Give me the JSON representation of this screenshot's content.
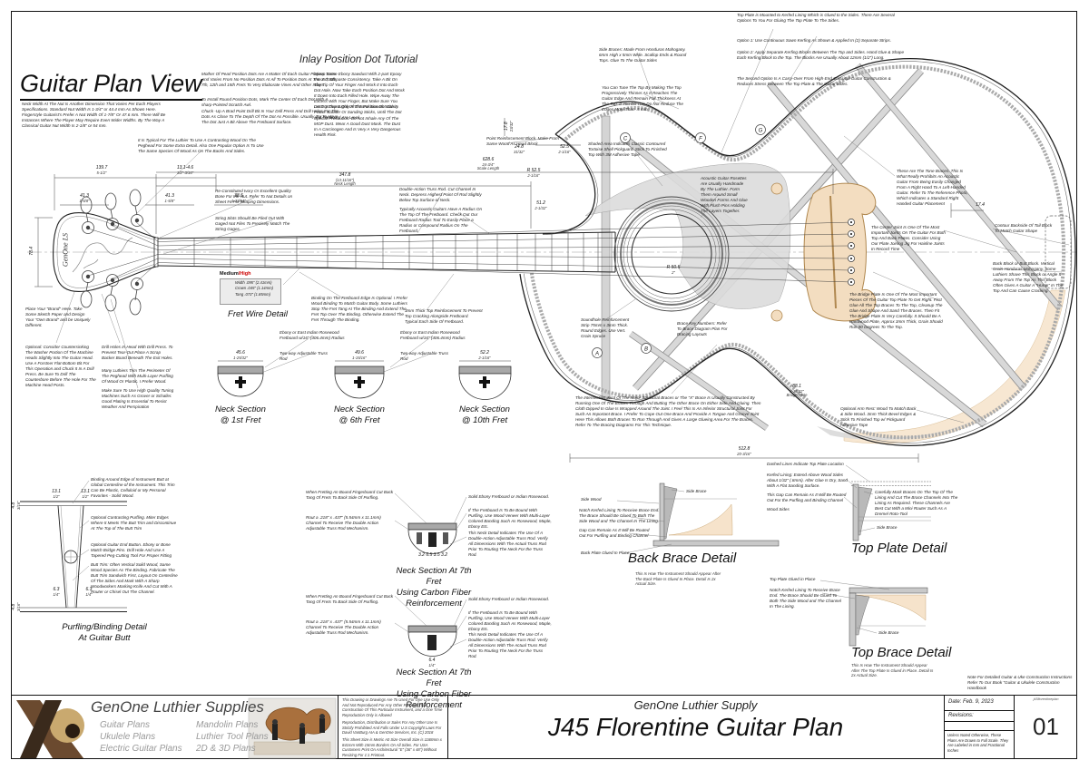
{
  "sheet": {
    "title": "Guitar Plan View",
    "intro": "Neck Width At The Nut Is Another Dimension That Varies Per Each Players Specifications. Standard Nut Width Is 1-3/4\" or 44.4 mm As Shown Here. Fingerstyle Guitarist's Prefer A Nut Width Of 1-7/8\" Or 47.6 mm. There Will Be Instances Where The Player May Require Even Wider Widths. By The Way A Classical Guitar Nut Width Is 2-1/8\" or 54 mm."
  },
  "inlay": {
    "heading": "Inlay Position Dot Tutorial",
    "col1": [
      "Mother Of Pearl Position Dots Are A Matter Of Each Guitar Players Taste. And Varies From No Position Dots At All To Position Dots At The 3rd, 5th, 7th, 12th and 15th Frets To Very Elaborate Vines And Other Inlays.",
      "To Install Round Position Dots, Mark The Center Of Each Dot With A sharp-Pointed Scratch Awl.",
      "Chuck -Up A Brad Point Drill Bit In Your Drill Press And Drill Holes For The Dots As Close To The Depth Of The Dot As Possible. Usually Try To Have The Dot Just A Bit Above The Fretboard Surface."
    ],
    "col2": [
      "Mixup Some Ebony Sawdust With 2-part Epoxy Into A Toothpaste Consistency. Take A Bit On The Tip Of Your Finger And Work It Into Each Dot Hole. Now Take Each Position Dot And Work It Down Into Each Filled Hole. Wipe Away The Excess With Your Finger, But Make Sure You Don't Scoop It Out Of The Position Dot Cavity.",
      "Let Dry Thoroughly And Sand Smooth With A Power Sander Or Sanding Sticks, Until The Dot And Fretboard Are Level",
      "Special Precaution: Do Not Inhale Any Of The MOP Dust. Wear A Good Dust Mask. The Dust In A Carcinogen And Is Very A Very Dangerous Health Risk."
    ]
  },
  "notes": {
    "headstock_brand": "GenOne LS",
    "top1": "Top Plate is Mounted to Kerfed Lining Which is Glued to the Sides. There Are Several Options To You For Gluing The Top Plate To The Sides.",
    "top2": "Option 1: Use Continuous Sawn Kerfing As Shown & Applied In (2) Separate Strips.",
    "top3": "Option 2: Apply Separate Kerfing Blocks Between The Top and Sides. Hand Glue & Shape Each Kerfing Block to the Top. The Blocks Are Usually About 12mm (1/2\") Long.",
    "top4": "The Second Option Is A Carry-Over From High-End Classical Guitar Construction & Reduces Stress Between The Top Plate & The Guitar Sides.",
    "side_braces": "Side Braces: Made From Honduras Mahogany. 6mm High x 5mm Wide. Scallop Ends & Round Tops. Glue To The Guitar Sides",
    "tune_top": "You Can Tune The Top By Making The Top Progressively Thinner As It Reaches The Guitar Edge And Remain Full Thickness At The Top. If You Do This Do Not Reduce The Edges More Than .5 mm.",
    "peghead_wood": "It Is Typical For The Luthier To Use A Contrasting Wood On The Peghead For Some Extra Detail. Also One Popular Option Is To Use The Same Species Of Wood As On The Backs And Sides.",
    "point_block": "Point Reinforcement Block. Make From Same Wood As Head Block",
    "nut": "Re-Constituted Ivory Or Excellent Quality Bone For the Nut. Refer To Nut Details on Sheet #4 For Shaping Dimensions.",
    "string_slots": "String Slots Should Be Filed Out With Gaged Nut Files To Precisely Match The String Gages.",
    "truss_rod": "Double-Action Truss Rod. Cut Channel In Neck. Depress Highest Point Of Rod Slightly Below Top Surface of Neck.",
    "fb_radius": "Typically Acoustic Guitars Have A Radius On The Top Of The Fretboard. Check Out Our Fretboard Radius Tool To Easily Place a Radius or Compound Radius On The Fretboard.",
    "brand": "Place Your \"Brand\" Here. Take Some Sketch Paper and Design Your \"Own Brand\" and be Uniquely Different.",
    "countersink": "Optional: Consider Countersinking The Washer Portion Of The Machine Heads Slightly Into The Guitar Head. Use A Forstner Flat-Bottom Bit For This Operation and Chuck It In A Drill Press. Be Sure To Drill The Counterbore Before The Hole For The Machine Head Posts.",
    "drill": "Drill Holes In Head With Drill Press. To Prevent Tear-Out Place A Scrap Backer Board Beneath The Exit Holes.",
    "peghead_trim": "Many Luthiers Trim The Perimeter Of The Peghead With Multi-Layer Purfling Of Wood Or Plastic. I Prefer Wood.",
    "machines": "Make Sure To Use High Quality Tuning Machines Such As Grover or Schaller. Good Plating Is Essential To Resist Weather And Perspiration",
    "fb_binding": "Binding On The Fretboard Edge Is Optional. I Prefer Wood Binding To Match Guitar Body. Some Luthiers Stop The Fret Tang At The Binding And Extend The Fret Top Over The Binding. Otherwise Extend The Fret Through The Binding.",
    "top_reinf": "3mm Thick Top Reinforcement To Prevent Top Cracking Alongside Fretboard. Typical Each Side Of Fretboard.",
    "pickguard": "Shaded Area Indicates Classic Contoured Tortoise Shell Pickguard. Stick To Finished Top With 3M Adhesive Tape",
    "rosette": "Acoustic Guitar Rosettes Are Usually Handmade By The Luthier. Form Them Around Small Wooden Forms And Glue With Flush Pins Holding The Layers Together.",
    "soundhole_reinf": "Soundhole Reinforcement Strip 75mm x 3mm Thick. Round Edges. Use Vert. Grain Spruce",
    "brace_key": "Brace Key Numbers: Refer To Brace Diagram Plan For Bracing Layouts",
    "x_brace": "The Intersection Joint Of The Major Structural Braces or The \"X\" Brace Is Usually Constructed By Running One Of The Braces Through And Butting The Other Brace On Either Side And Gluing. Then Cloth Dipped In Glue Is Wrapped Around The Joint. I Feel This Is An Inferior Structural Joint For Such An Important Brace. I Prefer To Cope Out One Brace And Provide A Tongue And Groove Joint Here This Allows Both Braces To Run Through And Gives A Large Glueing Area For The Braces. Refer To The Bracing Diagrams For This Technique.",
    "tone_braces": "These Are The Tone Braces. This Is What Really Prohibits An Acoustic Guitar From Being Easily Changed From A Right Hand To A Left-Handed Guitar. Refer To The Reference Photo, Which Indicates a Standard Right Handed Guitar Placement",
    "center_joint": "The Center Joint Is One Of The Most Important Joints On The Guitar For Both Top And Back Plates. Consider Using Our Plate Joining Jig For Hairline Joints In Record Time",
    "tail_contour": "Contour Backside Of Tail Block To Match Guitar Shape",
    "back_block": "Back Block or Butt Block. Vertical Grain Honduras Mahogany. Some Luthiers Shave This Block or Angle It Away From The Top As This Block Often Gives A Guitar A \"Hump\" In The Top And Can Cause Cracking.",
    "bridge_plate": "The Bridge Plate Is One Of The Most Important Pieces Of The Guitar Top Plate To Get Right. First Glue All The Top Braces To The Top, Cleanup The Glue And Shape And Sand The Braces. Then Fit The Bridge Plate In Very Carefully. It Should Be A Hardwood Plate, Approx 3mm Thick, Grain Should Run 90 Degrees To The Top.",
    "arm_rest": "Optional Arm Rest: Wood To Match Back & Side Wood. 3mm Thick Bevel Edges & Stick To Finished Top w/ Pickguard Adhesive Tape"
  },
  "fret_wire": {
    "medium": "Medium",
    "high": "/High",
    "width": "Width .095\" (2.41mm)",
    "crown": "Crown .045\" (1.14mm)",
    "tang": "Tang .073\" (1.85mm)",
    "label": "Fret Wire Detail"
  },
  "neck_sections": {
    "ebony_note": "Ebony or East Indian Rosewood Fretboard w/16\" (406.4mm) Radius",
    "truss_note": "Two-way Adjustable Truss Rod",
    "s1l1": "Neck Section",
    "s1l2": "@ 1st Fret",
    "s2l1": "Neck Section",
    "s2l2": "@ 6th Fret",
    "s3l1": "Neck Section",
    "s3l2": "@ 10th Fret"
  },
  "seventh": {
    "label1": "Neck Section At 7th Fret",
    "label2": "Using Carbon Fiber",
    "label3": "Reinforcement",
    "n_fretting": "When Fretting An Bound Fingerboard Cut Back Tang Of Frets To Back Side Of Purfling.",
    "n_rout": "Rout a .218\" x .437\" (5.54mm x 11.1mm) Channel To Receive The Double Action Adjustable Truss Rod Mechanism.",
    "n_solid": "Solid Ebony Fretboard or Indian Rosewood.",
    "n_bound": "If The Fretboard Is To Be Bound With Purfling, Use Wood Veneer With Multi-Layer Colored Banding Such As Rosewood, Maple, Ebony Etc.",
    "n_detail": "This Neck Detail Indicates The Use Of A Double-Action Adjustable Truss Rod. Verify All Dimensions With The Actual Truss Rod Prior To Routing The Neck For the Truss Rod."
  },
  "purfling": {
    "label1": "Purfling/Binding Detail",
    "label2": "At Guitar Butt",
    "n1": "Binding Around Edge of Instrument Butt at Global Centerline of the Instrument. This Trim Can Be Plastic, Celluloid or My Personal Favorites - Solid Wood.",
    "n2": "Optional Contrasting Purfling. Miter Edges Where It Meets The Butt Trim and Discontinue At The Top of The Butt Trim",
    "n3": "Optional Guitar End Button. Ebony or Bone Match Bridge Pins. Drill Hole And Use A Tapered Peg-Cutting Tool For Proper Fitting",
    "n4": "Butt Trim: Often Vertical Solid Wood, Same Wood Species As The Binding. Fabricate The Butt Trim Sandwich First, Layout On Centerline Of The Sides And Mark With A Sharp Woodworkers Marking Knife And Cut With A Router or Chisel Out The Channel."
  },
  "details": {
    "back_brace": {
      "label": "Back Brace Detail",
      "caption": "This Is How The Instrument Should Appear After The Back Plate Is Glued In Place. Detail Is 2x Actual Size.",
      "side_wood": "Side Wood",
      "notch": "Notch Kerfed Lining To Receive Brace End. The Brace Should Be Glued To Both The Side Wood and The Channel In The Lining.",
      "gap": "Gap Can Remain As It Will Be Routed Out For Purfling and Binding Channel",
      "back_plate": "Back Plate Glued In Place",
      "side_brace": "Side Brace"
    },
    "col": {
      "dashed": "Dashed Lines Indicate Top Plate Location",
      "kerfed": "Kerfed Lining: Extend Above Wood Sides About 1/32\" (.8mm). After Glue Is Dry, Sand With A Flat Sanding Surface.",
      "gap": "This Gap Can Remain As It Will Be Routed Out For the Purfling and Binding Channel",
      "wood_sides": "Wood Sides"
    },
    "top_plate": {
      "label": "Top Plate Detail",
      "mark": "Carefully Mark Braces On The Top Of The Lining And Cut The Brace Channels Into The Lining As Required. These Channels Are Best Cut With a Mini Router Such As A Dremel Roto-Tool",
      "side_brace": "Side Brace"
    },
    "top_brace": {
      "label": "Top Brace Detail",
      "caption": "This Is How The Instrument Should Appear After The Top Plate Is Glued in Place. Detail Is 2x Actual Size.",
      "glued": "Top Plate Glued in Place",
      "notch": "Notch Kerfed Lining To Receive Brace End. The Brace Should Be Glued To Both The Side Wood and The Channel In The Lining.",
      "side_brace": "Side Brace",
      "handbook": "Note For Detailed Guitar & Uke Construction Instructions Refer To Our Book \"Guitar & Ukulele Construction Handbook"
    }
  },
  "dims": {
    "d139_7": {
      "mm": "139.7",
      "in": "5-1/2\""
    },
    "d13_1": {
      "mm": "13.1-4.6",
      "in": "1/2\"-3/16\""
    },
    "d41a": {
      "mm": "41.3",
      "in": "1-5/8\""
    },
    "d41b": {
      "mm": "41.3",
      "in": "1-5/8\""
    },
    "d38_5": {
      "mm": "38.5",
      "in": "1-33/64\""
    },
    "d347": {
      "mm": "347.8",
      "in": "(13-11/16\")",
      "nm": "Neck Length"
    },
    "d628": {
      "mm": "628.6",
      "in": "24-3/4\"",
      "nm": "Scale Length"
    },
    "d78": {
      "mm": "78.4"
    },
    "d17_8": {
      "mm": "17.8",
      "in": "23/32\""
    },
    "d24_8": {
      "mm": "24.8",
      "in": "31/32\""
    },
    "d52_5": {
      "mm": "52.5",
      "in": "2-1/16\""
    },
    "dR52_5": {
      "mm": "R 52.5",
      "in": "2-1/16\""
    },
    "d51_2": {
      "mm": "51.2",
      "in": "2-1/32\""
    },
    "dR50_5": {
      "mm": "R 50.5",
      "in": "2\""
    },
    "d512": {
      "mm": "512.8",
      "in": "20-3/16\""
    },
    "d88": {
      "mm": "88.1",
      "in": "3-15/32\"",
      "nm": "Bridge Plate"
    },
    "d17_4": {
      "mm": "17.4"
    },
    "s1": {
      "mm": "45.6",
      "in": "1-25/32\""
    },
    "s2": {
      "mm": "49.6",
      "in": "1-15/16\""
    },
    "s3": {
      "mm": "52.2",
      "in": "2-1/16\""
    },
    "p13a": {
      "mm": "13.1",
      "in": "1/2\""
    },
    "p13b": {
      "mm": "13.1",
      "in": "1/2\""
    },
    "p48": {
      "mm": "4.8",
      "in": "3/16\""
    },
    "p63a": {
      "mm": "6.3",
      "in": "1/4\""
    },
    "p63b": {
      "mm": "6.3",
      "in": "1/4\""
    },
    "sev_row": {
      "mm": "3.2   6.5   3.5   3.2"
    },
    "sev64": {
      "mm": "6.4",
      "in": "1/4\""
    }
  },
  "brace_keys": [
    "A",
    "B",
    "C",
    "F",
    "G"
  ],
  "title_block": {
    "company": "GenOne Luthier Supplies",
    "products_col1": [
      "Guitar Plans",
      "Ukulele Plans",
      "Electric Guitar Plans"
    ],
    "products_col2": [
      "Mandolin Plans",
      "Luthier Tool Plans",
      "2D & 3D Plans"
    ],
    "legal1": "This Drawing or Drawings Are To Used For One Use Only And Not Reproduced For Any Other Purpose Than Construction Of This Particular Instrument, and a One Time Reproduction Only is Allowed",
    "legal2": "Reproduction, Distribution or Sales For Any Other Use Is Strictly Prohibited And Falls Under U.S Copyright Laws For David VanBurg AIA & GenOne Services, Inc. (C) 2018",
    "legal3": "This Sheet Size is Metric A0 Size Overall Size is 1188mm x 841mm With 15mm Borders On All Sides. For USA Customers Print On Architectural \"E\" (36\" x 48\") Without Resizing For 1:1 Printout.",
    "brand": "GenOne Luthier Supply",
    "title": "J45 Florentine Guitar Plan",
    "date": "Date: Feb. 9, 2023",
    "revisions": "Revisions:",
    "scale_note": "Unless Noted Otherwise, These Plans Are Drawn to Full Scale. They Are Labeled in mm and Fractional Inches",
    "file": "j45florentineplan",
    "sheet": "01"
  },
  "colors": {
    "accent_red": "#cc0000",
    "brace_fill": "#d4d4d4",
    "peach": "#f6e3cb",
    "gray_fill": "#d9d9d9"
  }
}
